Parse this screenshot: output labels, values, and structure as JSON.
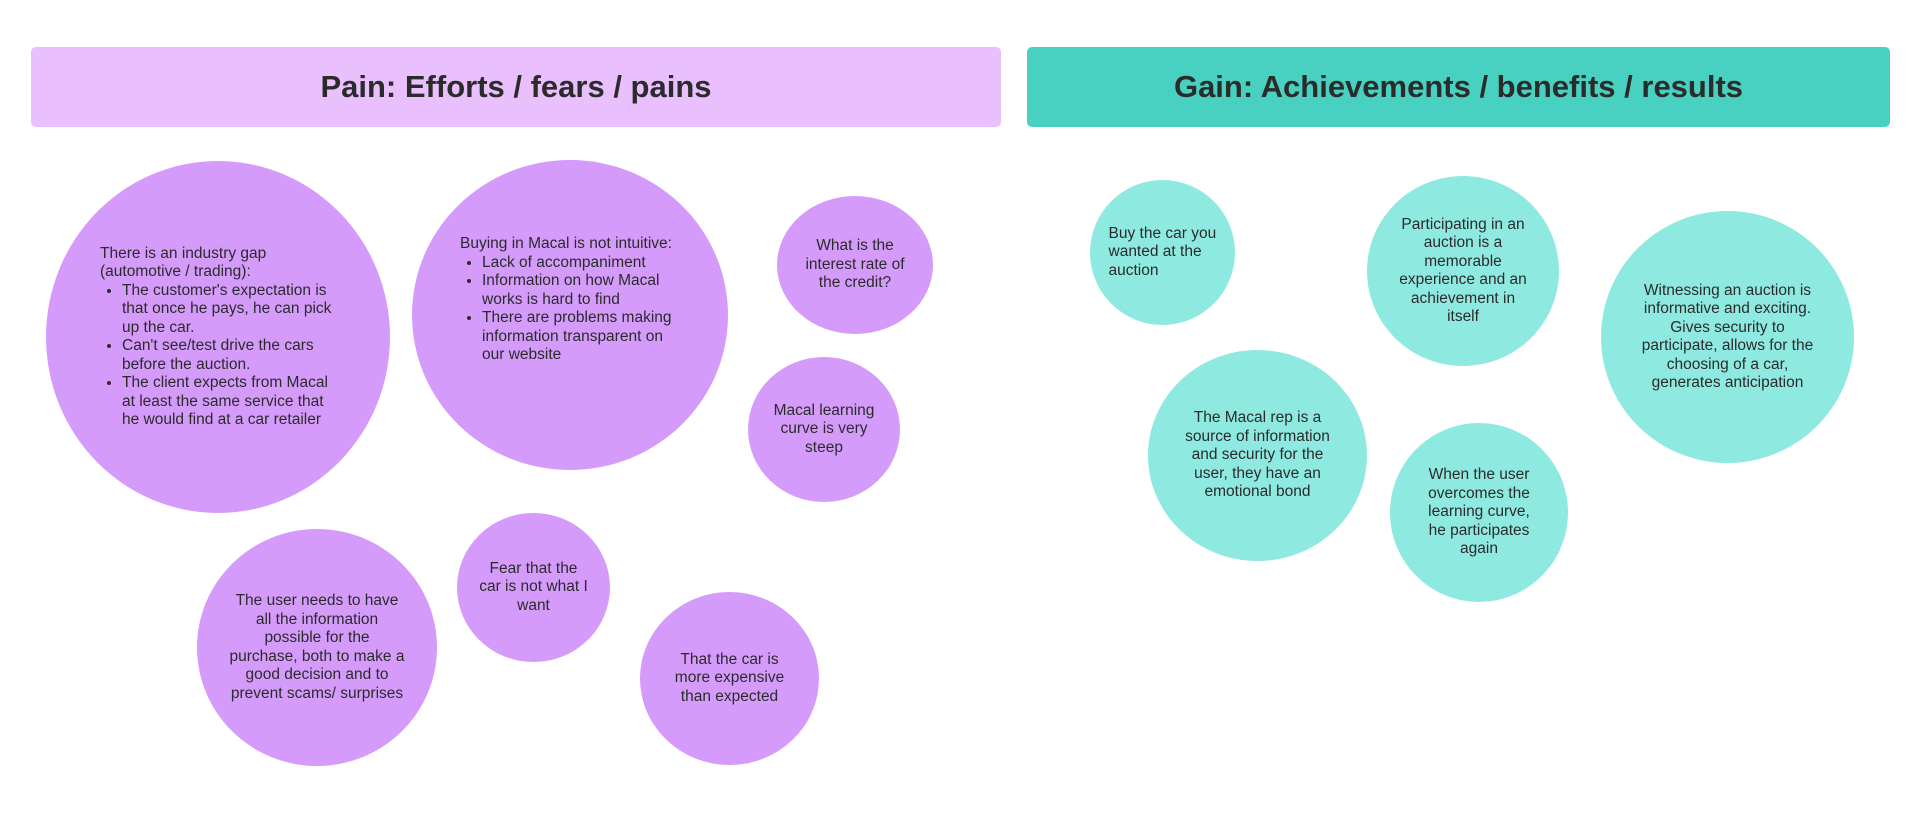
{
  "colors": {
    "pain_header_bg": "#E9BFFD",
    "pain_bubble": "#D59BFB",
    "gain_header_bg": "#48D1C0",
    "gain_bubble": "#8EEAE1",
    "text": "#2B2B2B"
  },
  "pain": {
    "title": "Pain: Efforts / fears / pains",
    "bubbles": {
      "industry_gap": {
        "intro": "There is an industry gap (automotive / trading):",
        "items": [
          "The customer's expectation is that once he pays, he can pick up the car.",
          "Can't see/test drive the cars before the auction.",
          "The client expects from Macal at least the same service that he would find at a car retailer"
        ]
      },
      "not_intuitive": {
        "intro": "Buying in Macal is not intuitive:",
        "items": [
          "Lack of accompaniment",
          "Information on how Macal works is hard to find",
          "There are problems making information transparent on our website"
        ]
      },
      "interest_rate": "What is the interest rate of the credit?",
      "learning_curve": "Macal learning curve is very steep",
      "needs_information": "The user needs to have all the information possible for the purchase, both to make a good decision and to prevent scams/ surprises",
      "fear_not_what_i_want": "Fear that the car is not what I want",
      "more_expensive": "That the car is more expensive than expected"
    }
  },
  "gain": {
    "title": "Gain: Achievements / benefits / results",
    "bubbles": {
      "buy_car": "Buy the car you wanted at the auction",
      "memorable": "Participating in an auction is a memorable experience and an achievement in itself",
      "witnessing": "Witnessing an auction is informative and exciting. Gives security to participate, allows for the choosing of a car, generates anticipation",
      "macal_rep": "The Macal rep is a source of information and security for the user, they have an emotional bond",
      "overcomes": "When the user overcomes the learning curve, he participates again"
    }
  }
}
